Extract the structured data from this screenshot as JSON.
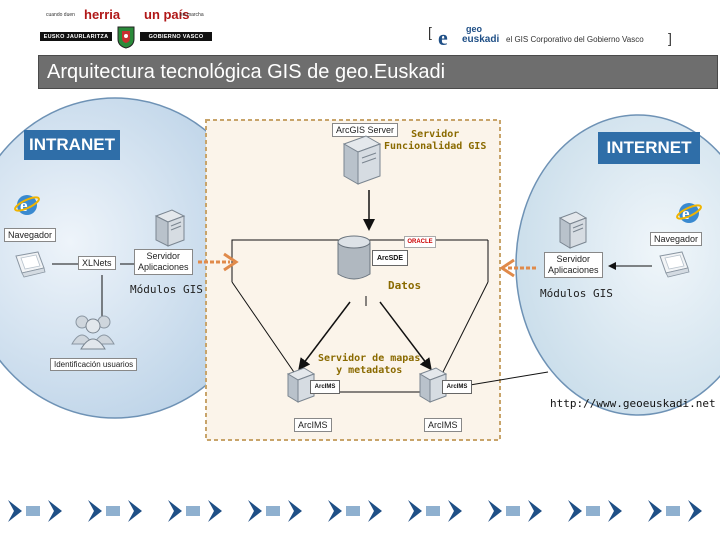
{
  "header": {
    "slogan_left": "cuando duen",
    "brand_herria": "herria",
    "brand_unpais": "un país",
    "slogan_right": "en marcha",
    "gov_left": "EUSKO JAURLARITZA",
    "gov_right": "GOBIERNO VASCO",
    "geo_logo_top": "geo",
    "geo_logo_bottom": "euskadi",
    "tagline": "el GIS Corporativo del Gobierno Vasco"
  },
  "title": "Arquitectura tecnológica GIS de geo.Euskadi",
  "intranet": {
    "title": "INTRANET",
    "browser_label": "Navegador",
    "xlnets_label": "XLNets",
    "app_server_label": "Servidor\nAplicaciones",
    "modules_label": "Módulos GIS",
    "users_label": "Identificación usuarios"
  },
  "internet": {
    "title": "INTERNET",
    "browser_label": "Navegador",
    "app_server_label": "Servidor\nAplicaciones",
    "modules_label": "Módulos GIS",
    "url": "http://www.geoeuskadi.net"
  },
  "center": {
    "arcgis_server_label": "ArcGIS Server",
    "functional_server_label": "Servidor\nFuncionalidad GIS",
    "oracle_label": "ORACLE",
    "arcsde_label": "ArcSDE",
    "data_label": "Datos",
    "map_server_label": "Servidor de mapas\ny metadatos",
    "arcims_left": "ArcIMS",
    "arcims_right": "ArcIMS",
    "arcims_tag": "ArcIMS"
  },
  "colors": {
    "title_bar": "#6e6e6e",
    "zone_title": "#2f6ea8",
    "center_zone_border": "#c8a46a",
    "center_zone_fill": "#fbf4ea",
    "circle_fill": "#d9e7f3",
    "label_olive": "#8a6a00",
    "arrow_orange": "#e08a4a"
  }
}
